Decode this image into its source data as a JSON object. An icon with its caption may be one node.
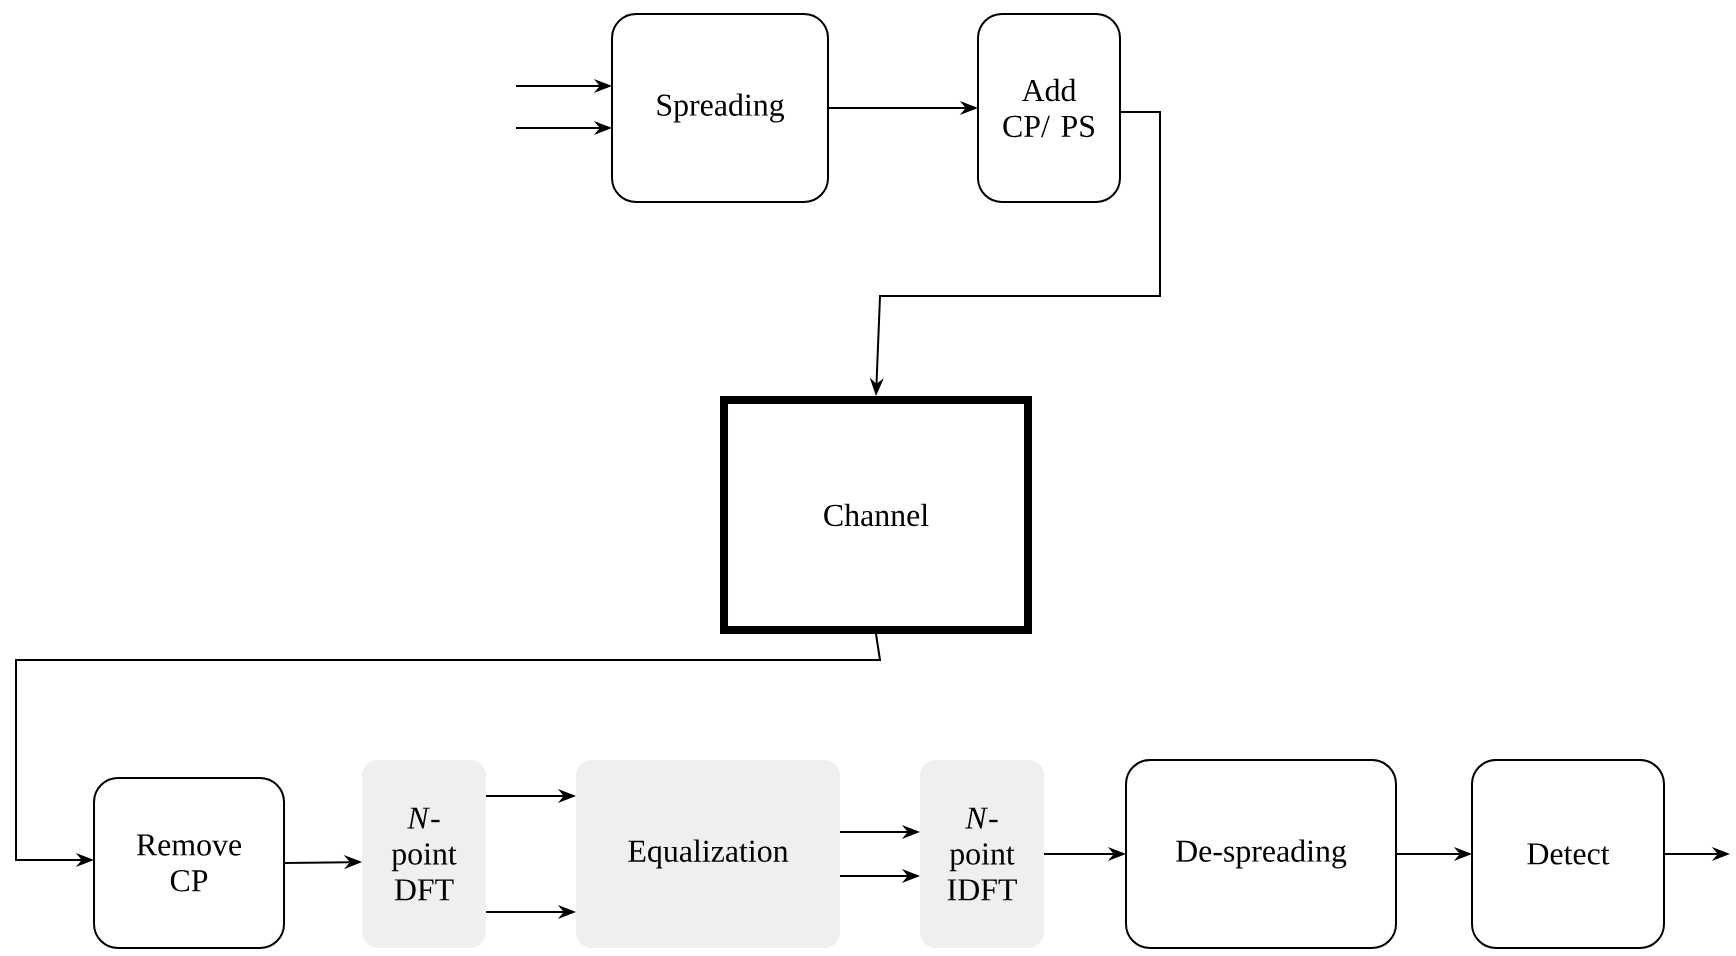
{
  "diagram": {
    "nodes": [
      {
        "text": [
          "Spreading"
        ]
      },
      {
        "text": [
          "Add CP/ PS"
        ]
      },
      {
        "text": [
          "Channel"
        ]
      },
      {
        "text": [
          "Remove CP"
        ]
      },
      {
        "text": [
          "*N*- point DFT"
        ]
      },
      {
        "text": [
          "Equalization"
        ]
      },
      {
        "text": [
          "*N*- point IDFT"
        ]
      },
      {
        "text": [
          "De-spreading"
        ]
      },
      {
        "text": [
          "Detect"
        ]
      }
    ],
    "edges": [
      {
        "from": null,
        "to": 0,
        "arrow": "to"
      },
      {
        "from": null,
        "to": 0,
        "arrow": "to"
      },
      {
        "from": 0,
        "to": 1,
        "arrow": "to"
      },
      {
        "from": 1,
        "to": 2,
        "arrow": "to"
      },
      {
        "from": 2,
        "to": 3,
        "arrow": "to"
      },
      {
        "from": 3,
        "to": 4,
        "arrow": "to"
      },
      {
        "from": 4,
        "to": 5,
        "arrow": "to"
      },
      {
        "from": 4,
        "to": 5,
        "arrow": "to"
      },
      {
        "from": 5,
        "to": 6,
        "arrow": "to"
      },
      {
        "from": 5,
        "to": 6,
        "arrow": "to"
      },
      {
        "from": 6,
        "to": 7,
        "arrow": "to"
      },
      {
        "from": 7,
        "to": 8,
        "arrow": "to"
      },
      {
        "from": 8,
        "to": null,
        "arrow": "to"
      }
    ]
  }
}
